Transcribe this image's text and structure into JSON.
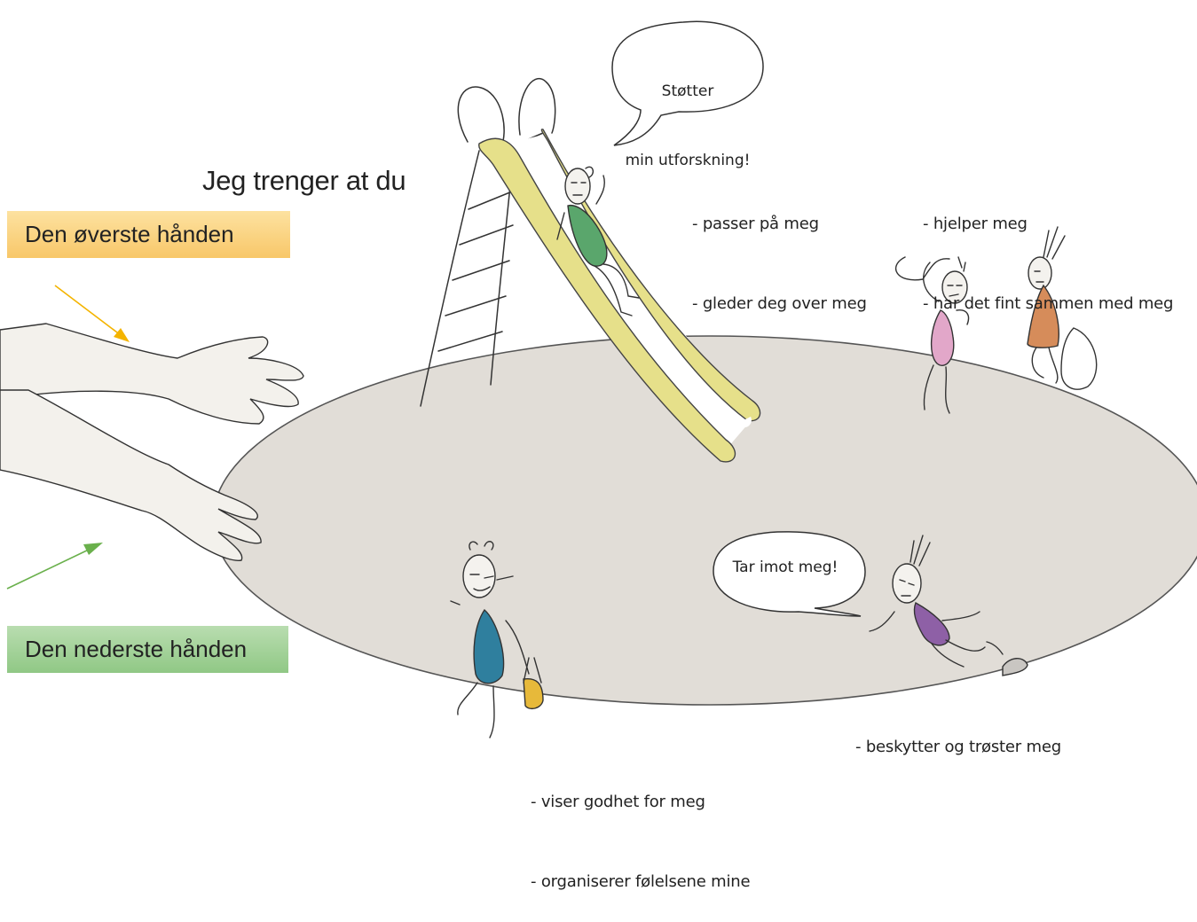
{
  "heading": "Jeg trenger at du",
  "labels": {
    "top_hand": "Den øverste hånden",
    "bottom_hand": "Den nederste hånden"
  },
  "bubbles": {
    "support": [
      "Støtter",
      "min utforskning!"
    ],
    "receive": "Tar imot meg!"
  },
  "needs": {
    "slide": [
      "- passer på meg",
      "- gleder deg over meg"
    ],
    "pair": [
      "- hjelper meg",
      "- har det fint sammen med meg"
    ],
    "sad": [
      "- viser godhet for meg",
      "- organiserer følelsene mine"
    ],
    "run": "- beskytter og trøster meg"
  },
  "colors": {
    "top_box": "#f8c769",
    "bottom_box": "#90c885",
    "ground": "#e1ddd7",
    "slide": "#e6e08a",
    "top_arrow": "#f4b400",
    "bottom_arrow": "#6ab04c",
    "child_green": "#5aa66c",
    "child_pink": "#e2a7c9",
    "child_orange": "#d68c5a",
    "child_blue": "#2f7f9e",
    "child_purple": "#8e60a6",
    "bucket": "#e7b93a"
  }
}
